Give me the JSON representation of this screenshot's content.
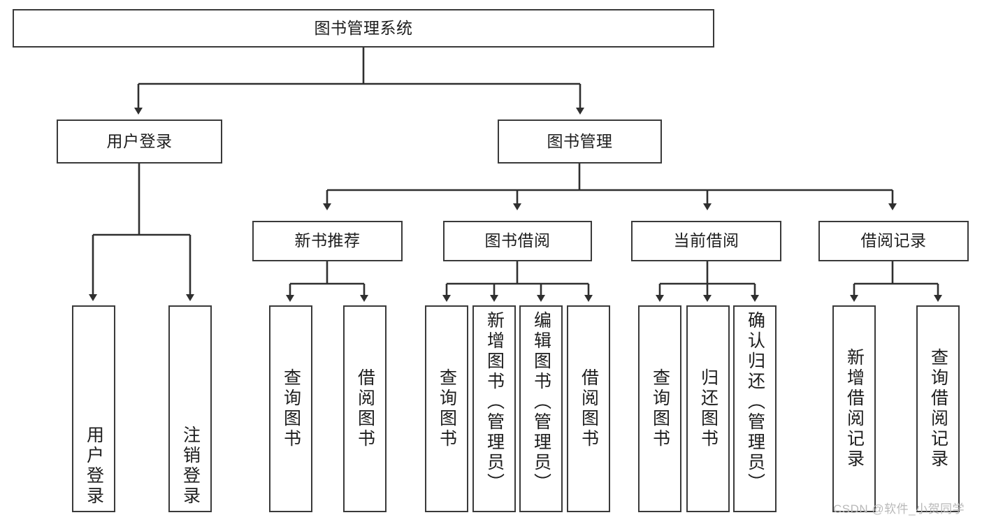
{
  "diagram": {
    "title": "图书管理系统",
    "type": "hierarchy-tree",
    "root": {
      "id": "root",
      "label": "图书管理系统"
    },
    "level1": [
      {
        "id": "user-login",
        "label": "用户登录"
      },
      {
        "id": "book-management",
        "label": "图书管理"
      }
    ],
    "level2": [
      {
        "id": "new-book-recommend",
        "label": "新书推荐",
        "parent": "book-management"
      },
      {
        "id": "book-borrow",
        "label": "图书借阅",
        "parent": "book-management"
      },
      {
        "id": "current-borrow",
        "label": "当前借阅",
        "parent": "book-management"
      },
      {
        "id": "borrow-record",
        "label": "借阅记录",
        "parent": "book-management"
      }
    ],
    "leaves": [
      {
        "id": "leaf-user-login",
        "label": "用户登录",
        "parent": "user-login"
      },
      {
        "id": "leaf-logout-login",
        "label": "注销登录",
        "parent": "user-login"
      },
      {
        "id": "leaf-query-book-1",
        "label": "查询图书",
        "parent": "new-book-recommend"
      },
      {
        "id": "leaf-borrow-book-1",
        "label": "借阅图书",
        "parent": "new-book-recommend"
      },
      {
        "id": "leaf-query-book-2",
        "label": "查询图书",
        "parent": "book-borrow"
      },
      {
        "id": "leaf-add-book",
        "label": "新增图书（管理员）",
        "parent": "book-borrow"
      },
      {
        "id": "leaf-edit-book",
        "label": "编辑图书（管理员）",
        "parent": "book-borrow"
      },
      {
        "id": "leaf-borrow-book-2",
        "label": "借阅图书",
        "parent": "book-borrow"
      },
      {
        "id": "leaf-query-book-3",
        "label": "查询图书",
        "parent": "current-borrow"
      },
      {
        "id": "leaf-return-book",
        "label": "归还图书",
        "parent": "current-borrow"
      },
      {
        "id": "leaf-confirm-return",
        "label": "确认归还（管理员）",
        "parent": "current-borrow"
      },
      {
        "id": "leaf-add-record",
        "label": "新增借阅记录",
        "parent": "borrow-record"
      },
      {
        "id": "leaf-query-record",
        "label": "查询借阅记录",
        "parent": "borrow-record"
      }
    ]
  },
  "watermark": {
    "text": "CSDN @软件_小贺同学"
  },
  "colors": {
    "border": "#3a3a3a",
    "background": "#ffffff",
    "text": "#1d1d1d",
    "watermark": "#b9b9b9"
  }
}
